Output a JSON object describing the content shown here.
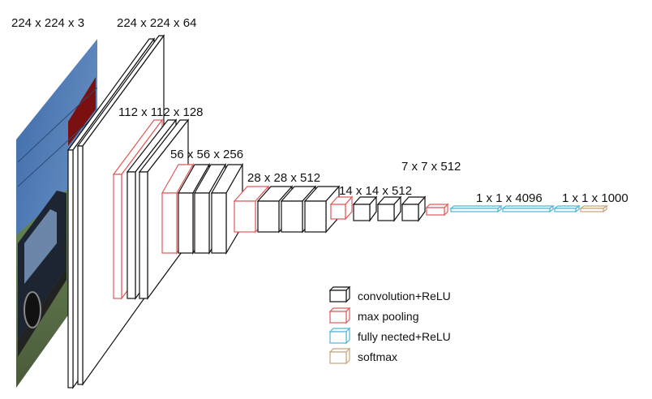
{
  "labels": {
    "input": "224 x 224 x 3",
    "conv1": "224 x 224 x 64",
    "conv2": "112 x 112 x 128",
    "conv3": "56 x 56 x 256",
    "conv4": "28 x 28 x 512",
    "conv5": "14 x 14 x 512",
    "pool5": "7 x 7 x 512",
    "fc": "1 x 1 x 4096",
    "softmax": "1 x 1 x 1000"
  },
  "legend": [
    {
      "label": "convolution+ReLU",
      "color": "#111111"
    },
    {
      "label": "max pooling",
      "color": "#e05a5a"
    },
    {
      "label": "fully nected+ReLU",
      "color": "#4fb4d8"
    },
    {
      "label": "softmax",
      "color": "#c8a47a"
    }
  ],
  "colors": {
    "conv": "#111111",
    "pool": "#e05a5a",
    "fc": "#4fb4d8",
    "softmax": "#c8a47a"
  }
}
